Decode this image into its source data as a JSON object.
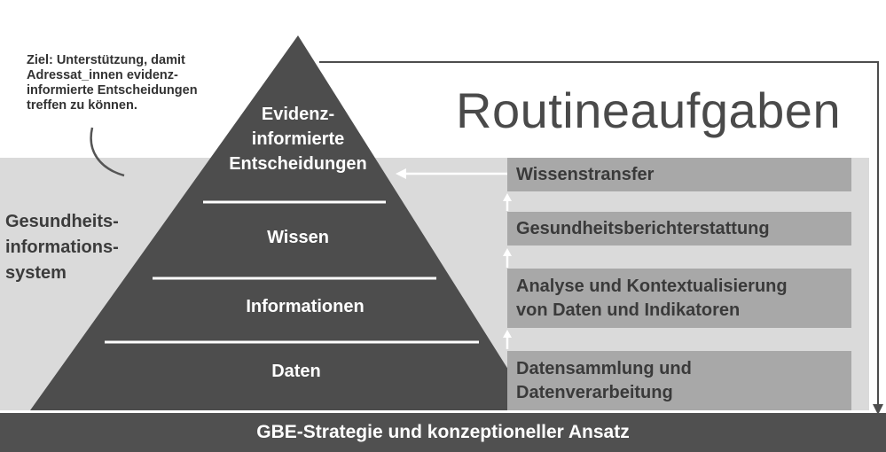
{
  "goal_text": "Ziel: Unterstützung, damit Adressat_innen evidenz-informierte Entscheidungen treffen zu können.",
  "routine_title": "Routineaufgaben",
  "system_label": {
    "line1": "Gesundheits-",
    "line2": "informations-",
    "line3": "system"
  },
  "pyramid": {
    "top": {
      "line1": "Evidenz-",
      "line2": "informierte",
      "line3": "Entscheidungen"
    },
    "wissen": "Wissen",
    "informationen": "Informationen",
    "daten": "Daten"
  },
  "tasks": {
    "wissenstransfer": "Wissenstransfer",
    "berichterstattung": "Gesundheitsberichterstattung",
    "analyse_line1": "Analyse und Kontextualisierung",
    "analyse_line2": "von Daten und Indikatoren",
    "sammlung_line1": "Datensammlung und",
    "sammlung_line2": "Datenverarbeitung"
  },
  "footer": "GBE-Strategie und konzeptioneller Ansatz",
  "colors": {
    "band": "#dadada",
    "pyramid": "#4d4d4d",
    "task_box": "#a8a8a8",
    "footer": "#505050"
  }
}
